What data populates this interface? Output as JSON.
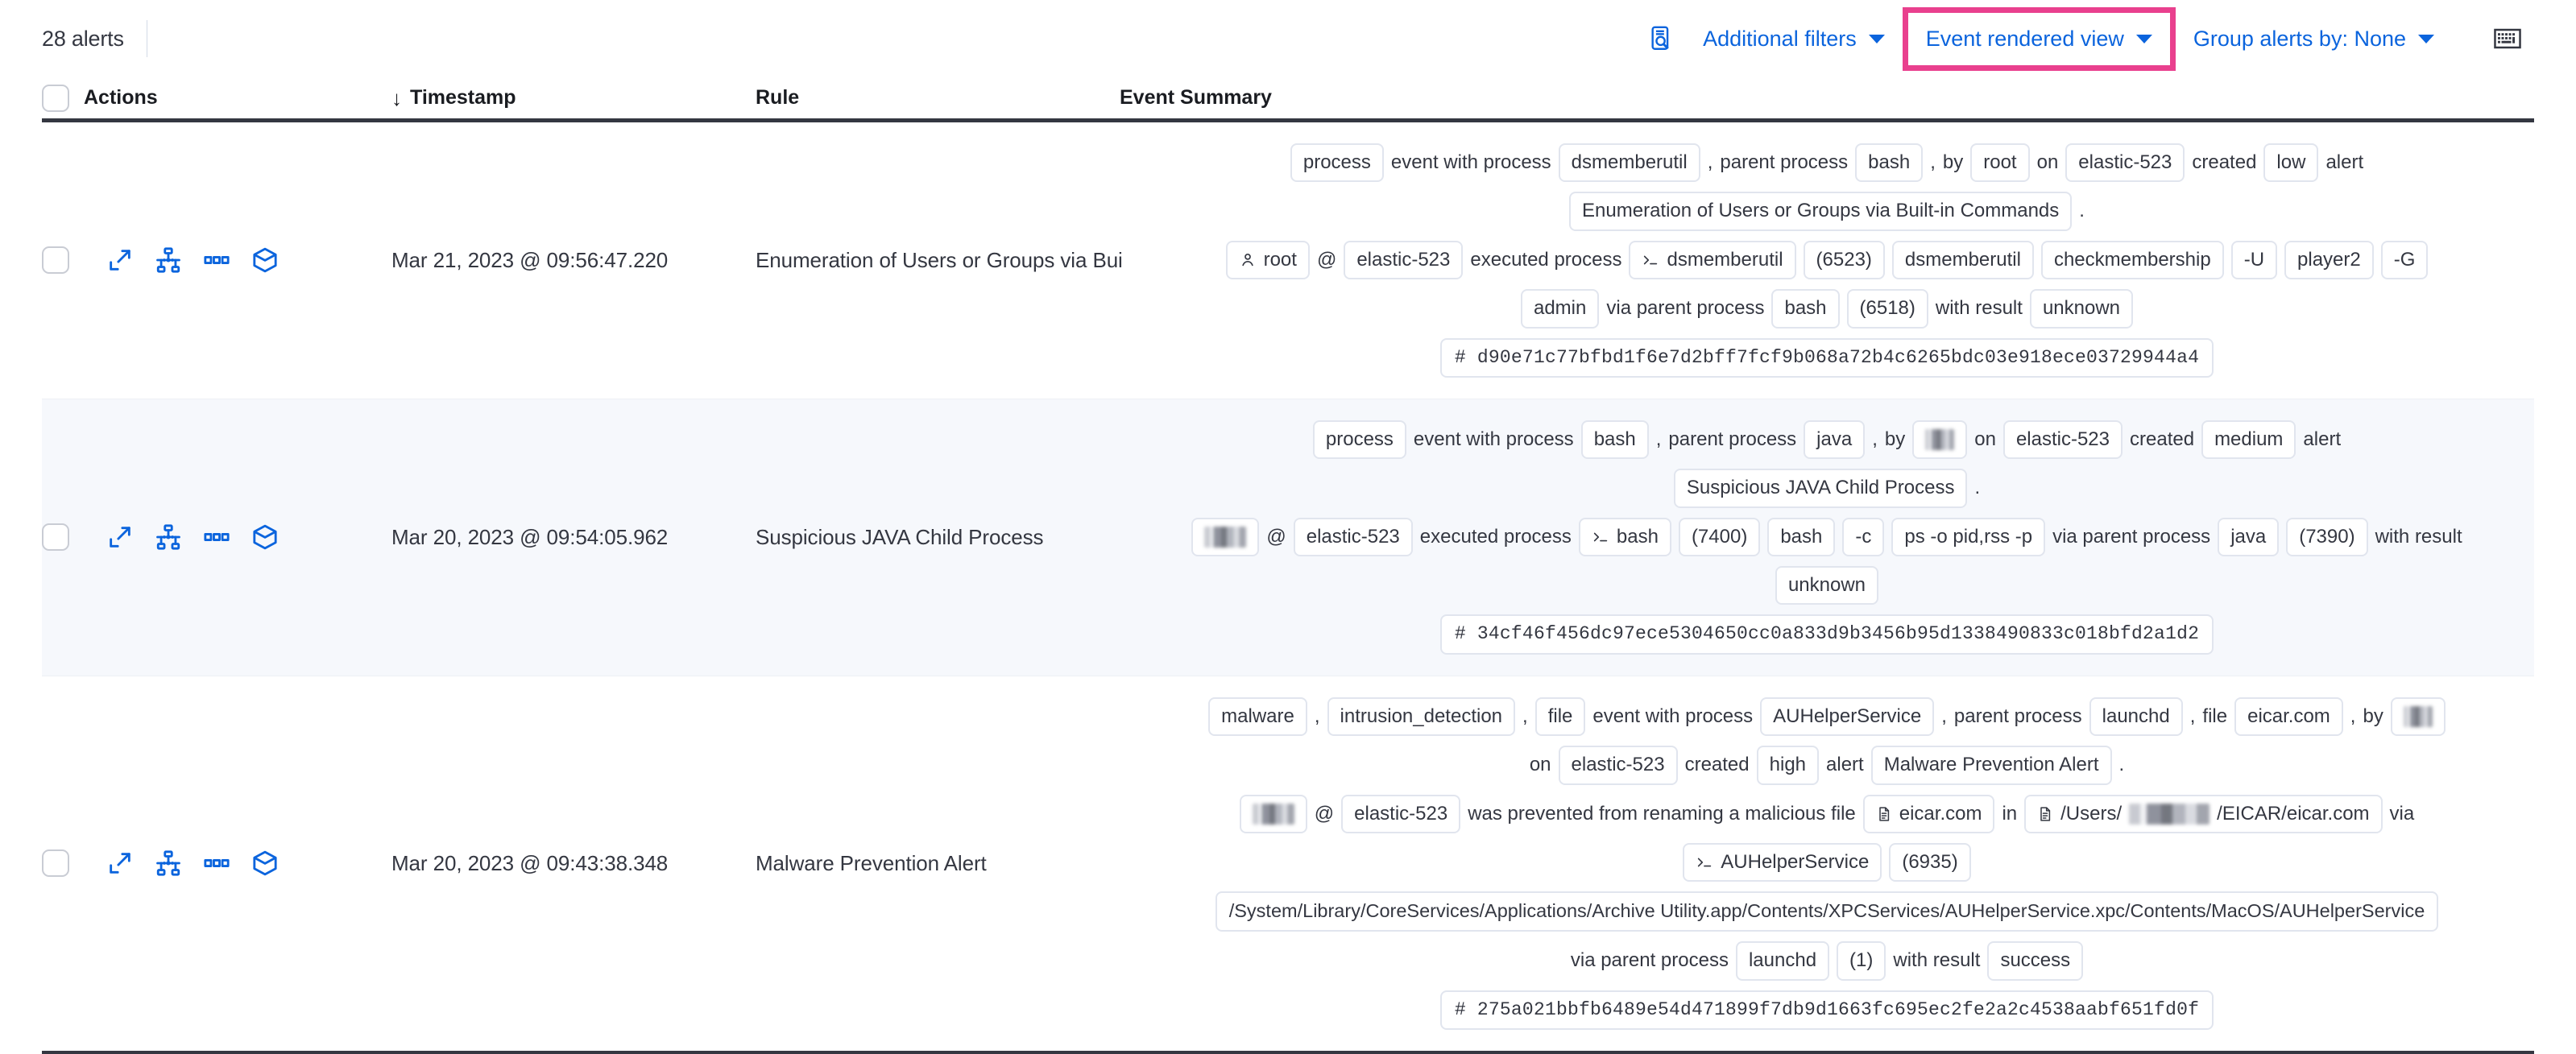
{
  "toolbar": {
    "alerts_count": "28 alerts",
    "inspect_icon": "inspect-query-icon",
    "additional_filters": "Additional filters",
    "event_rendered_view": "Event rendered view",
    "group_alerts_by": "Group alerts by: None",
    "keyboard_icon": "keyboard-icon",
    "highlight_color": "#E9408E",
    "link_color": "#0B64DD"
  },
  "table": {
    "headers": {
      "actions": "Actions",
      "sort_arrow": "↓",
      "timestamp": "Timestamp",
      "rule": "Rule",
      "event_summary": "Event Summary"
    },
    "row_actions": [
      {
        "name": "expand-icon",
        "title": "Expand"
      },
      {
        "name": "analyzer-icon",
        "title": "Analyze event"
      },
      {
        "name": "more-actions-icon",
        "title": "More actions"
      },
      {
        "name": "session-view-icon",
        "title": "Session view"
      }
    ],
    "rows": [
      {
        "timestamp": "Mar 21, 2023 @ 09:56:47.220",
        "rule": "Enumeration of Users or Groups via Bui",
        "lines": [
          {
            "align": "center",
            "parts": [
              {
                "t": "badge",
                "v": "process"
              },
              {
                "t": "txt",
                "v": "event with process"
              },
              {
                "t": "badge",
                "v": "dsmemberutil"
              },
              {
                "t": "punct",
                "v": ","
              },
              {
                "t": "txt",
                "v": "parent process"
              },
              {
                "t": "badge",
                "v": "bash"
              },
              {
                "t": "punct",
                "v": ","
              },
              {
                "t": "txt",
                "v": "by"
              },
              {
                "t": "badge",
                "v": "root"
              },
              {
                "t": "txt",
                "v": "on"
              },
              {
                "t": "badge",
                "v": "elastic-523"
              },
              {
                "t": "txt",
                "v": "created"
              },
              {
                "t": "badge",
                "v": "low"
              },
              {
                "t": "txt",
                "v": "alert"
              }
            ]
          },
          {
            "align": "center",
            "parts": [
              {
                "t": "badge",
                "v": "Enumeration of Users or Groups via Built-in Commands"
              },
              {
                "t": "punct",
                "v": "."
              }
            ]
          },
          {
            "align": "center",
            "parts": [
              {
                "t": "badge",
                "v": "root",
                "icon": "user-icon"
              },
              {
                "t": "txt",
                "v": "@"
              },
              {
                "t": "badge",
                "v": "elastic-523"
              },
              {
                "t": "txt",
                "v": "executed process"
              },
              {
                "t": "badge",
                "v": "dsmemberutil",
                "icon": "console-icon"
              },
              {
                "t": "badge",
                "v": "(6523)"
              },
              {
                "t": "badge",
                "v": "dsmemberutil"
              },
              {
                "t": "badge",
                "v": "checkmembership"
              },
              {
                "t": "badge",
                "v": "-U"
              },
              {
                "t": "badge",
                "v": "player2"
              },
              {
                "t": "badge",
                "v": "-G"
              }
            ]
          },
          {
            "align": "center",
            "parts": [
              {
                "t": "badge",
                "v": "admin"
              },
              {
                "t": "txt",
                "v": "via parent process"
              },
              {
                "t": "badge",
                "v": "bash"
              },
              {
                "t": "badge",
                "v": "(6518)"
              },
              {
                "t": "txt",
                "v": "with result"
              },
              {
                "t": "badge",
                "v": "unknown"
              }
            ]
          },
          {
            "align": "center",
            "parts": [
              {
                "t": "hash",
                "v": "# d90e71c77bfbd1f6e7d2bff7fcf9b068a72b4c6265bdc03e918ece03729944a4"
              }
            ]
          }
        ]
      },
      {
        "timestamp": "Mar 20, 2023 @ 09:54:05.962",
        "rule": "Suspicious JAVA Child Process",
        "lines": [
          {
            "align": "center",
            "parts": [
              {
                "t": "badge",
                "v": "process"
              },
              {
                "t": "txt",
                "v": "event with process"
              },
              {
                "t": "badge",
                "v": "bash"
              },
              {
                "t": "punct",
                "v": ","
              },
              {
                "t": "txt",
                "v": "parent process"
              },
              {
                "t": "badge",
                "v": "java"
              },
              {
                "t": "punct",
                "v": ","
              },
              {
                "t": "txt",
                "v": "by"
              },
              {
                "t": "redact",
                "v": "",
                "w": "w3"
              },
              {
                "t": "txt",
                "v": "on"
              },
              {
                "t": "badge",
                "v": "elastic-523"
              },
              {
                "t": "txt",
                "v": "created"
              },
              {
                "t": "badge",
                "v": "medium"
              },
              {
                "t": "txt",
                "v": "alert"
              }
            ]
          },
          {
            "align": "center",
            "parts": [
              {
                "t": "badge",
                "v": "Suspicious JAVA Child Process"
              },
              {
                "t": "punct",
                "v": "."
              }
            ]
          },
          {
            "align": "center",
            "parts": [
              {
                "t": "redact",
                "v": "",
                "w": "w2"
              },
              {
                "t": "txt",
                "v": "@"
              },
              {
                "t": "badge",
                "v": "elastic-523"
              },
              {
                "t": "txt",
                "v": "executed process"
              },
              {
                "t": "badge",
                "v": "bash",
                "icon": "console-icon"
              },
              {
                "t": "badge",
                "v": "(7400)"
              },
              {
                "t": "badge",
                "v": "bash"
              },
              {
                "t": "badge",
                "v": "-c"
              },
              {
                "t": "badge",
                "v": "ps -o pid,rss -p"
              },
              {
                "t": "txt",
                "v": "via parent process"
              },
              {
                "t": "badge",
                "v": "java"
              },
              {
                "t": "badge",
                "v": "(7390)"
              },
              {
                "t": "txt",
                "v": "with result"
              }
            ]
          },
          {
            "align": "center",
            "parts": [
              {
                "t": "badge",
                "v": "unknown"
              }
            ]
          },
          {
            "align": "center",
            "parts": [
              {
                "t": "hash",
                "v": "# 34cf46f456dc97ece5304650cc0a833d9b3456b95d1338490833c018bfd2a1d2"
              }
            ]
          }
        ]
      },
      {
        "timestamp": "Mar 20, 2023 @ 09:43:38.348",
        "rule": "Malware Prevention Alert",
        "lines": [
          {
            "align": "center",
            "parts": [
              {
                "t": "badge",
                "v": "malware"
              },
              {
                "t": "punct",
                "v": ","
              },
              {
                "t": "badge",
                "v": "intrusion_detection"
              },
              {
                "t": "punct",
                "v": ","
              },
              {
                "t": "badge",
                "v": "file"
              },
              {
                "t": "txt",
                "v": "event with process"
              },
              {
                "t": "badge",
                "v": "AUHelperService"
              },
              {
                "t": "punct",
                "v": ","
              },
              {
                "t": "txt",
                "v": "parent process"
              },
              {
                "t": "badge",
                "v": "launchd"
              },
              {
                "t": "punct",
                "v": ","
              },
              {
                "t": "txt",
                "v": "file"
              },
              {
                "t": "badge",
                "v": "eicar.com"
              },
              {
                "t": "punct",
                "v": ","
              },
              {
                "t": "txt",
                "v": "by"
              },
              {
                "t": "redact",
                "v": "",
                "w": "w3"
              }
            ]
          },
          {
            "align": "center",
            "parts": [
              {
                "t": "txt",
                "v": "on"
              },
              {
                "t": "badge",
                "v": "elastic-523"
              },
              {
                "t": "txt",
                "v": "created"
              },
              {
                "t": "badge",
                "v": "high"
              },
              {
                "t": "txt",
                "v": "alert"
              },
              {
                "t": "badge",
                "v": "Malware Prevention Alert"
              },
              {
                "t": "punct",
                "v": "."
              }
            ]
          },
          {
            "align": "center",
            "parts": [
              {
                "t": "redact",
                "v": "",
                "w": "w2"
              },
              {
                "t": "txt",
                "v": "@"
              },
              {
                "t": "badge",
                "v": "elastic-523"
              },
              {
                "t": "txt",
                "v": "was prevented from renaming a malicious file"
              },
              {
                "t": "badge",
                "v": "eicar.com",
                "icon": "file-icon"
              },
              {
                "t": "txt",
                "v": "in"
              },
              {
                "t": "badge-redact",
                "pre": "/Users/",
                "post": "/EICAR/eicar.com",
                "icon": "file-icon",
                "w": "w4"
              },
              {
                "t": "txt",
                "v": "via"
              }
            ]
          },
          {
            "align": "center",
            "parts": [
              {
                "t": "badge",
                "v": "AUHelperService",
                "icon": "console-icon"
              },
              {
                "t": "badge",
                "v": "(6935)"
              }
            ]
          },
          {
            "align": "center",
            "parts": [
              {
                "t": "path",
                "v": "/System/Library/CoreServices/Applications/Archive Utility.app/Contents/XPCServices/AUHelperService.xpc/Contents/MacOS/AUHelperService"
              }
            ]
          },
          {
            "align": "center",
            "parts": [
              {
                "t": "txt",
                "v": "via parent process"
              },
              {
                "t": "badge",
                "v": "launchd"
              },
              {
                "t": "badge",
                "v": "(1)"
              },
              {
                "t": "txt",
                "v": "with result"
              },
              {
                "t": "badge",
                "v": "success"
              }
            ]
          },
          {
            "align": "center",
            "parts": [
              {
                "t": "hash",
                "v": "# 275a021bbfb6489e54d471899f7db9d1663fc695ec2fe2a2c4538aabf651fd0f"
              }
            ]
          }
        ]
      }
    ]
  }
}
